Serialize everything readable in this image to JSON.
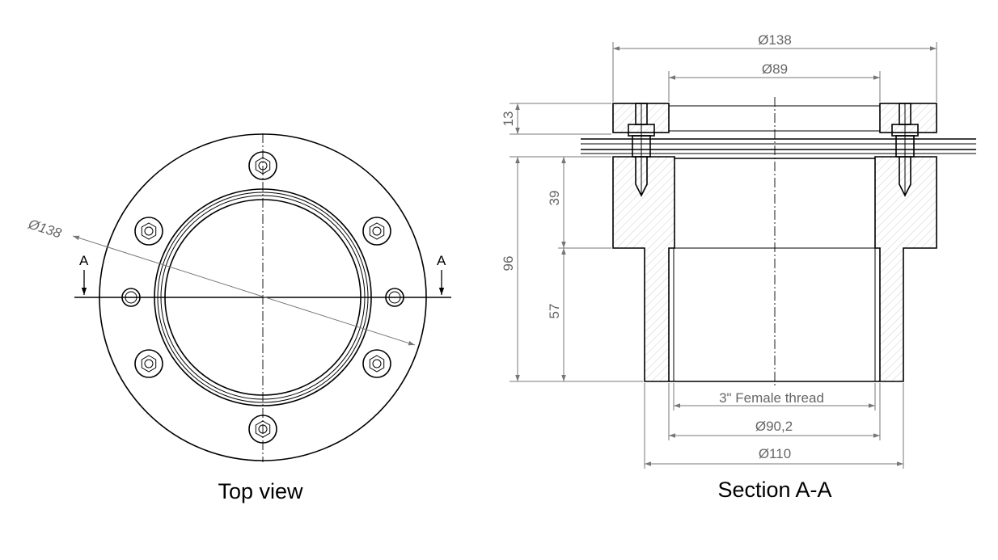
{
  "top_view": {
    "caption": "Top view",
    "diameter_label": "Ø138",
    "section_mark_left": "A",
    "section_mark_right": "A"
  },
  "section_view": {
    "caption": "Section A-A",
    "dims": {
      "outer_diameter": "Ø138",
      "inner_diameter_top": "Ø89",
      "flange_height": "13",
      "total_height": "96",
      "upper_height": "39",
      "lower_height": "57",
      "thread_label": "3\" Female thread",
      "thread_diameter": "Ø90,2",
      "bottom_diameter": "Ø110"
    }
  }
}
